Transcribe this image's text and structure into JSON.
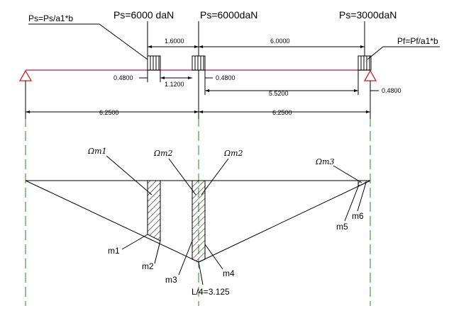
{
  "loads": {
    "p1": "Ps=6000 daN",
    "p2": "Ps=6000daN",
    "p3": "Ps=3000daN",
    "left_formula": "Ps=Ps/a1*b",
    "right_formula": "Pf=Pf/a1*b"
  },
  "dimensions": {
    "d_1_6": "1.6000",
    "d_6_0": "6.0000",
    "d_0_48_left": "0.4800",
    "d_1_12": "1.1200",
    "d_0_48_mid": "0.4800",
    "d_5_52": "5.5200",
    "d_0_48_right": "0.4800",
    "half_left": "6.2500",
    "half_right": "6.2500"
  },
  "influence": {
    "omega_m1": "Ωm1",
    "omega_m2_a": "Ωm2",
    "omega_m2_b": "Ωm2",
    "omega_m3": "Ωm3",
    "m1": "m1",
    "m2": "m2",
    "m3": "m3",
    "m4": "m4",
    "m5": "m5",
    "m6": "m6",
    "peak": "L/4=3.125"
  },
  "colors": {
    "beam": "#c0155a",
    "centerline": "#1c8f1c",
    "support": "#cc2222",
    "ink": "#000000"
  }
}
